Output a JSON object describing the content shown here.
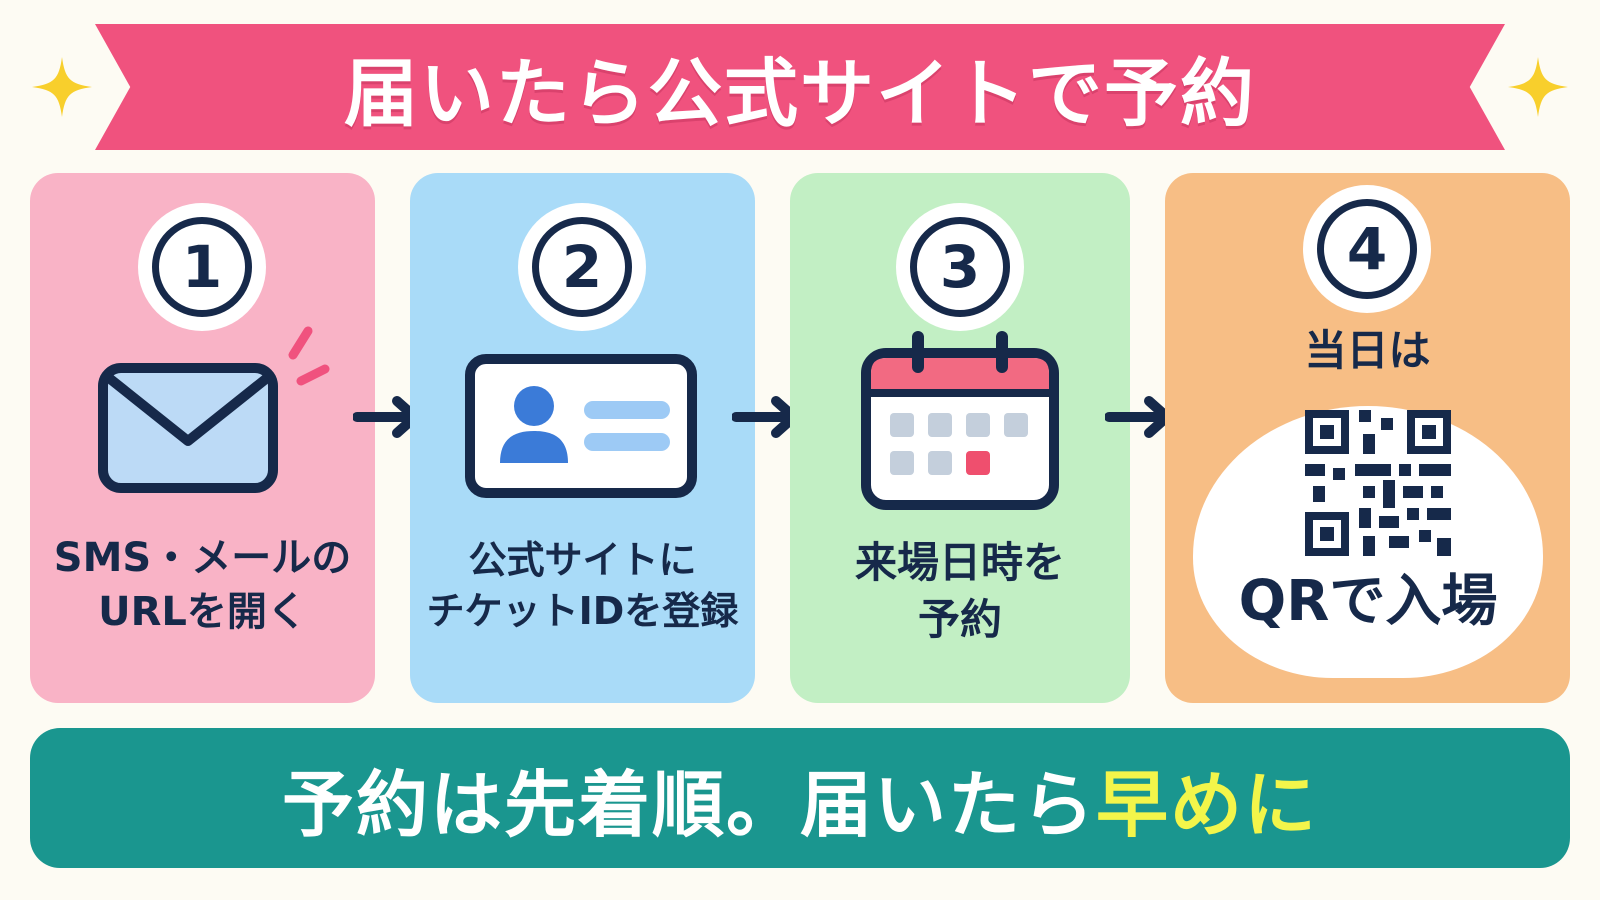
{
  "header": {
    "title": "届いたら公式サイトで予約"
  },
  "steps": [
    {
      "number": "1",
      "line1": "SMS・メールの",
      "line2": "URLを開く",
      "icon": "envelope-icon"
    },
    {
      "number": "2",
      "line1": "公式サイトに",
      "line2": "チケットIDを登録",
      "icon": "id-card-icon"
    },
    {
      "number": "3",
      "line1": "来場日時を",
      "line2": "予約",
      "icon": "calendar-icon"
    },
    {
      "number": "4",
      "line1": "当日は",
      "line2": "QRで入場",
      "icon": "qr-code-icon"
    }
  ],
  "footer": {
    "text_main": "予約は先着順。届いたら",
    "text_highlight": "早めに"
  },
  "colors": {
    "banner": "#f0527e",
    "step1": "#f9b3c6",
    "step2": "#a9dbf8",
    "step3": "#c2efc4",
    "step4": "#f7be85",
    "footer": "#1a968f",
    "highlight": "#f3f54a",
    "navy": "#16294a"
  }
}
